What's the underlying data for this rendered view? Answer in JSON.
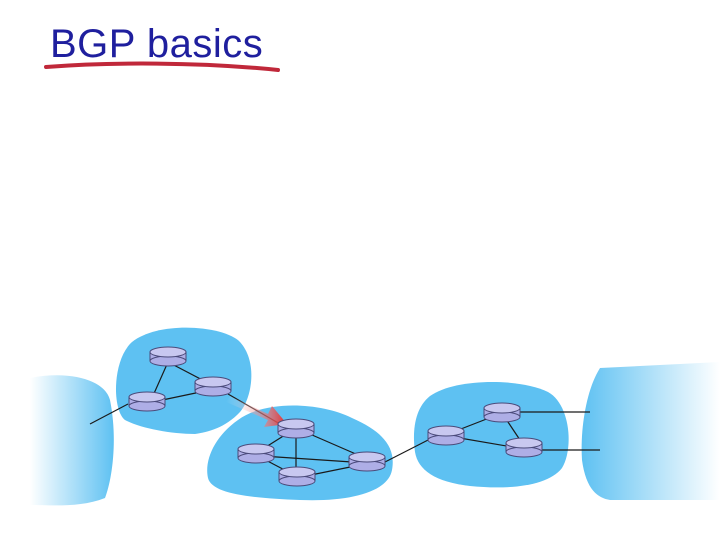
{
  "slide": {
    "title": "BGP basics"
  },
  "colors": {
    "title_text": "#1f1f9e",
    "title_underline": "#c0283a",
    "as_cloud_fill": "#5ec1f2",
    "router_fill": "#aeaee6",
    "router_stroke": "#4a4a7a",
    "link": "#1a1a1a",
    "session_arrow": "#e52a2a"
  },
  "icons": [
    "router-icon",
    "autonomous-system-cloud",
    "bgp-session-arrow"
  ]
}
